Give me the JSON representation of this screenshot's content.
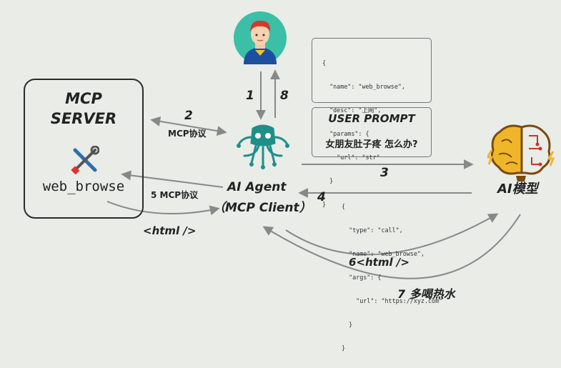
{
  "mcp_server": {
    "title_line1": "MCP",
    "title_line2": "SERVER",
    "tool": "web_browse"
  },
  "tool_spec_lines": [
    "{",
    "  \"name\": \"web_browse\",",
    "  \"desc\": \"上网\",",
    "  \"params\": {",
    "    \"url\": \"str\"",
    "  }",
    "}"
  ],
  "user_prompt": {
    "title": "USER PROMPT",
    "text": "女朋友肚子疼 怎么办?"
  },
  "agent": {
    "line1": "AI Agent",
    "line2": "（MCP Client）"
  },
  "model": {
    "label": "AI模型"
  },
  "call_lines": [
    "{",
    "  \"type\": \"call\",",
    "  \"name\": \"web_browse\",",
    "  \"args\": {",
    "    \"url\": \"https://xyz.com\"",
    "  }",
    "}"
  ],
  "steps": {
    "s1": "1",
    "s8": "8",
    "s2_num": "2",
    "s2_text": "MCP协议",
    "s3": "3",
    "s4": "4",
    "s5": "5 MCP协议",
    "html_tag": "<html />",
    "s6": "6<html />",
    "s7": "7 多喝热水"
  },
  "colors": {
    "background": "#e9ece7",
    "agent_teal": "#1f8f8a",
    "user_circle": "#3bbfa7",
    "model_orange": "#f0b62a"
  }
}
